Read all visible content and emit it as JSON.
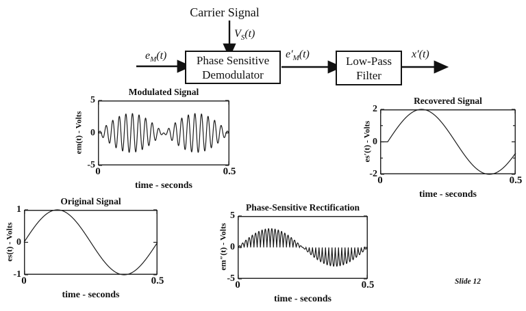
{
  "page": {
    "background_color": "#ffffff",
    "slide_number": "Slide 12"
  },
  "diagram": {
    "carrier_label": "Carrier Signal",
    "vs_label": {
      "base": "V",
      "sub": "S",
      "rest": "(t)"
    },
    "input_label": {
      "base": "e",
      "sub": "M",
      "rest": "(t)"
    },
    "demod_output_label": {
      "base": "e′",
      "sub": "M",
      "rest": "(t)"
    },
    "output_label": {
      "base": "x′",
      "sub": "",
      "rest": "(t)"
    },
    "demodulator_box": {
      "line1": "Phase Sensitive",
      "line2": "Demodulator"
    },
    "filter_box": {
      "line1": "Low-Pass",
      "line2": "Filter"
    }
  },
  "chart_data": [
    {
      "id": "modulated-signal",
      "type": "line",
      "title": "Modulated Signal",
      "xlabel": "time - seconds",
      "ylabel": "em(t) - Volts",
      "xlim": [
        0,
        0.5
      ],
      "ylim": [
        -5,
        5
      ],
      "xticks": [
        0,
        0.5
      ],
      "xtick_labels": [
        "0",
        "0.5"
      ],
      "yticks": [
        5,
        0,
        -5
      ],
      "ytick_labels": [
        "5",
        "0",
        "-5"
      ],
      "grid": false,
      "legend": false,
      "line_color": "#1a1a1a",
      "signal": {
        "kind": "am",
        "amplitude_volts": 3,
        "envelope_freq_hz": 2,
        "carrier_freq_hz": 40
      }
    },
    {
      "id": "recovered-signal",
      "type": "line",
      "title": "Recovered Signal",
      "xlabel": "time - seconds",
      "ylabel": "es′(t) - Volts",
      "xlim": [
        0,
        0.5
      ],
      "ylim": [
        -2,
        2
      ],
      "xticks": [
        0,
        0.5
      ],
      "xtick_labels": [
        "0",
        "0.5"
      ],
      "yticks": [
        2,
        0,
        -2
      ],
      "ytick_labels": [
        "2",
        "0",
        "-2"
      ],
      "yticks_minor": [
        1,
        -1
      ],
      "grid": false,
      "legend": false,
      "line_color": "#1a1a1a",
      "signal": {
        "kind": "delayed_sine",
        "amplitude_volts": 2,
        "freq_hz": 2,
        "phase_rad": -0.35,
        "delay_s": 0.028
      }
    },
    {
      "id": "original-signal",
      "type": "line",
      "title": "Original Signal",
      "xlabel": "time - seconds",
      "ylabel": "es(t) - Volts",
      "xlim": [
        0,
        0.5
      ],
      "ylim": [
        -1,
        1
      ],
      "xticks": [
        0,
        0.5
      ],
      "xtick_labels": [
        "0",
        "0.5"
      ],
      "yticks": [
        1,
        0,
        -1
      ],
      "ytick_labels": [
        "1",
        "0",
        "-1"
      ],
      "grid": false,
      "legend": false,
      "line_color": "#1a1a1a",
      "signal": {
        "kind": "sine",
        "amplitude_volts": 1,
        "freq_hz": 2,
        "phase_rad": 0
      }
    },
    {
      "id": "phase-sensitive-rectification",
      "type": "line",
      "title": "Phase-Sensitive Rectification",
      "xlabel": "time - seconds",
      "ylabel": "em″(t) - Volts",
      "xlim": [
        0,
        0.5
      ],
      "ylim": [
        -5,
        5
      ],
      "xticks": [
        0,
        0.5
      ],
      "xtick_labels": [
        "0",
        "0.5"
      ],
      "yticks": [
        5,
        0,
        -5
      ],
      "ytick_labels": [
        "5",
        "0",
        "-5"
      ],
      "grid": false,
      "legend": false,
      "line_color": "#1a1a1a",
      "signal": {
        "kind": "rectified_am",
        "amplitude_volts": 3,
        "envelope_freq_hz": 2,
        "carrier_freq_hz": 40
      }
    }
  ]
}
